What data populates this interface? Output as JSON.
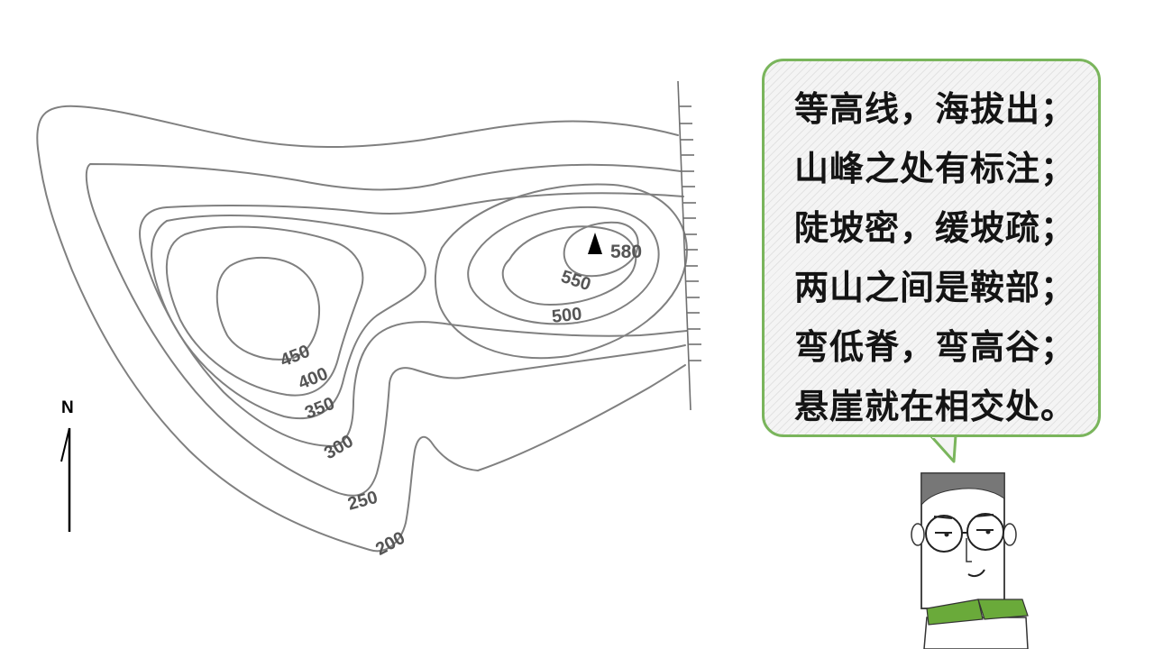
{
  "map": {
    "north_label": "N",
    "contour_labels": [
      "200",
      "250",
      "300",
      "350",
      "400",
      "450",
      "500",
      "550"
    ],
    "peak_label": "580"
  },
  "bubble": {
    "lines": [
      "等高线，海拔出；",
      "山峰之处有标注；",
      "陡坡密，缓坡疏；",
      "两山之间是鞍部；",
      "弯低脊，弯高谷；",
      "悬崖就在相交处。"
    ]
  },
  "colors": {
    "contour": "#808080",
    "bubble_border": "#7ab55c",
    "collar_green": "#6aaa3a"
  },
  "icons": {
    "north_arrow": "north-arrow-icon",
    "peak": "peak-triangle-icon",
    "character": "cartoon-man-with-glasses"
  }
}
